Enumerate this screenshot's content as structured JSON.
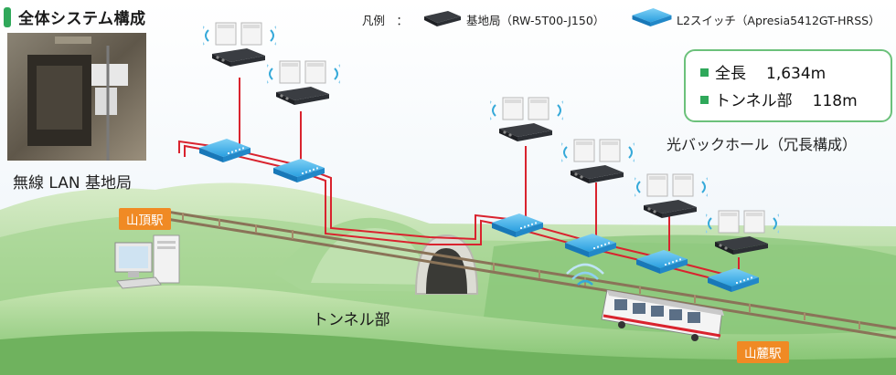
{
  "title": "全体システム構成",
  "legend": {
    "heading": "凡例　：",
    "base_station": "基地局（RW-5T00-J150）",
    "l2_switch": "L2スイッチ（Apresia5412GT-HRSS）"
  },
  "info": {
    "total_length_label": "全長",
    "total_length_value": "1,634m",
    "tunnel_label": "トンネル部",
    "tunnel_value": "118m"
  },
  "backhaul_label": "光バックホール（冗長構成）",
  "ap_photo_caption": "無線 LAN 基地局",
  "tunnel_caption": "トンネル部",
  "stations": {
    "summit": "山頂駅",
    "base": "山麓駅"
  },
  "colors": {
    "accent_green": "#2fa85a",
    "link_red": "#d9232e",
    "switch_blue": "#2a9fe0",
    "station_orange": "#f08a24"
  },
  "icons": [
    "base-station-icon",
    "l2-switch-icon",
    "antenna-icon",
    "wifi-signal-icon",
    "server-pc-icon",
    "train-icon"
  ]
}
